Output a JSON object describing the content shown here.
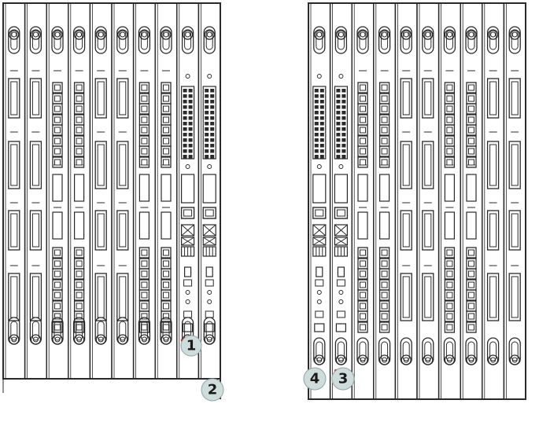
{
  "diagram": {
    "colors": {
      "background": "#ffffff",
      "line": "#2a2a2a",
      "callout_fill": "#cfdcdc",
      "callout_text": "#1a1a1a",
      "marker": "#cc2222"
    },
    "left_shelf": {
      "cards": [
        {
          "name": "slot-1",
          "type": "plain"
        },
        {
          "name": "slot-2",
          "type": "plain"
        },
        {
          "name": "slot-3",
          "type": "ports"
        },
        {
          "name": "slot-4",
          "type": "ports"
        },
        {
          "name": "slot-5",
          "type": "plain"
        },
        {
          "name": "slot-6",
          "type": "plain"
        },
        {
          "name": "slot-7",
          "type": "ports"
        },
        {
          "name": "slot-8",
          "type": "ports"
        },
        {
          "name": "slot-9",
          "type": "controller"
        },
        {
          "name": "slot-10",
          "type": "controller"
        }
      ]
    },
    "right_shelf": {
      "cards": [
        {
          "name": "slot-1",
          "type": "controller"
        },
        {
          "name": "slot-2",
          "type": "controller"
        },
        {
          "name": "slot-3",
          "type": "ports"
        },
        {
          "name": "slot-4",
          "type": "ports"
        },
        {
          "name": "slot-5",
          "type": "plain"
        },
        {
          "name": "slot-6",
          "type": "plain"
        },
        {
          "name": "slot-7",
          "type": "ports"
        },
        {
          "name": "slot-8",
          "type": "ports"
        },
        {
          "name": "slot-9",
          "type": "plain"
        },
        {
          "name": "slot-10",
          "type": "plain"
        }
      ]
    },
    "callouts": [
      {
        "label": "1",
        "target": "left-slot-9"
      },
      {
        "label": "2",
        "target": "left-slot-10"
      },
      {
        "label": "3",
        "target": "right-slot-2"
      },
      {
        "label": "4",
        "target": "right-slot-1"
      }
    ]
  }
}
